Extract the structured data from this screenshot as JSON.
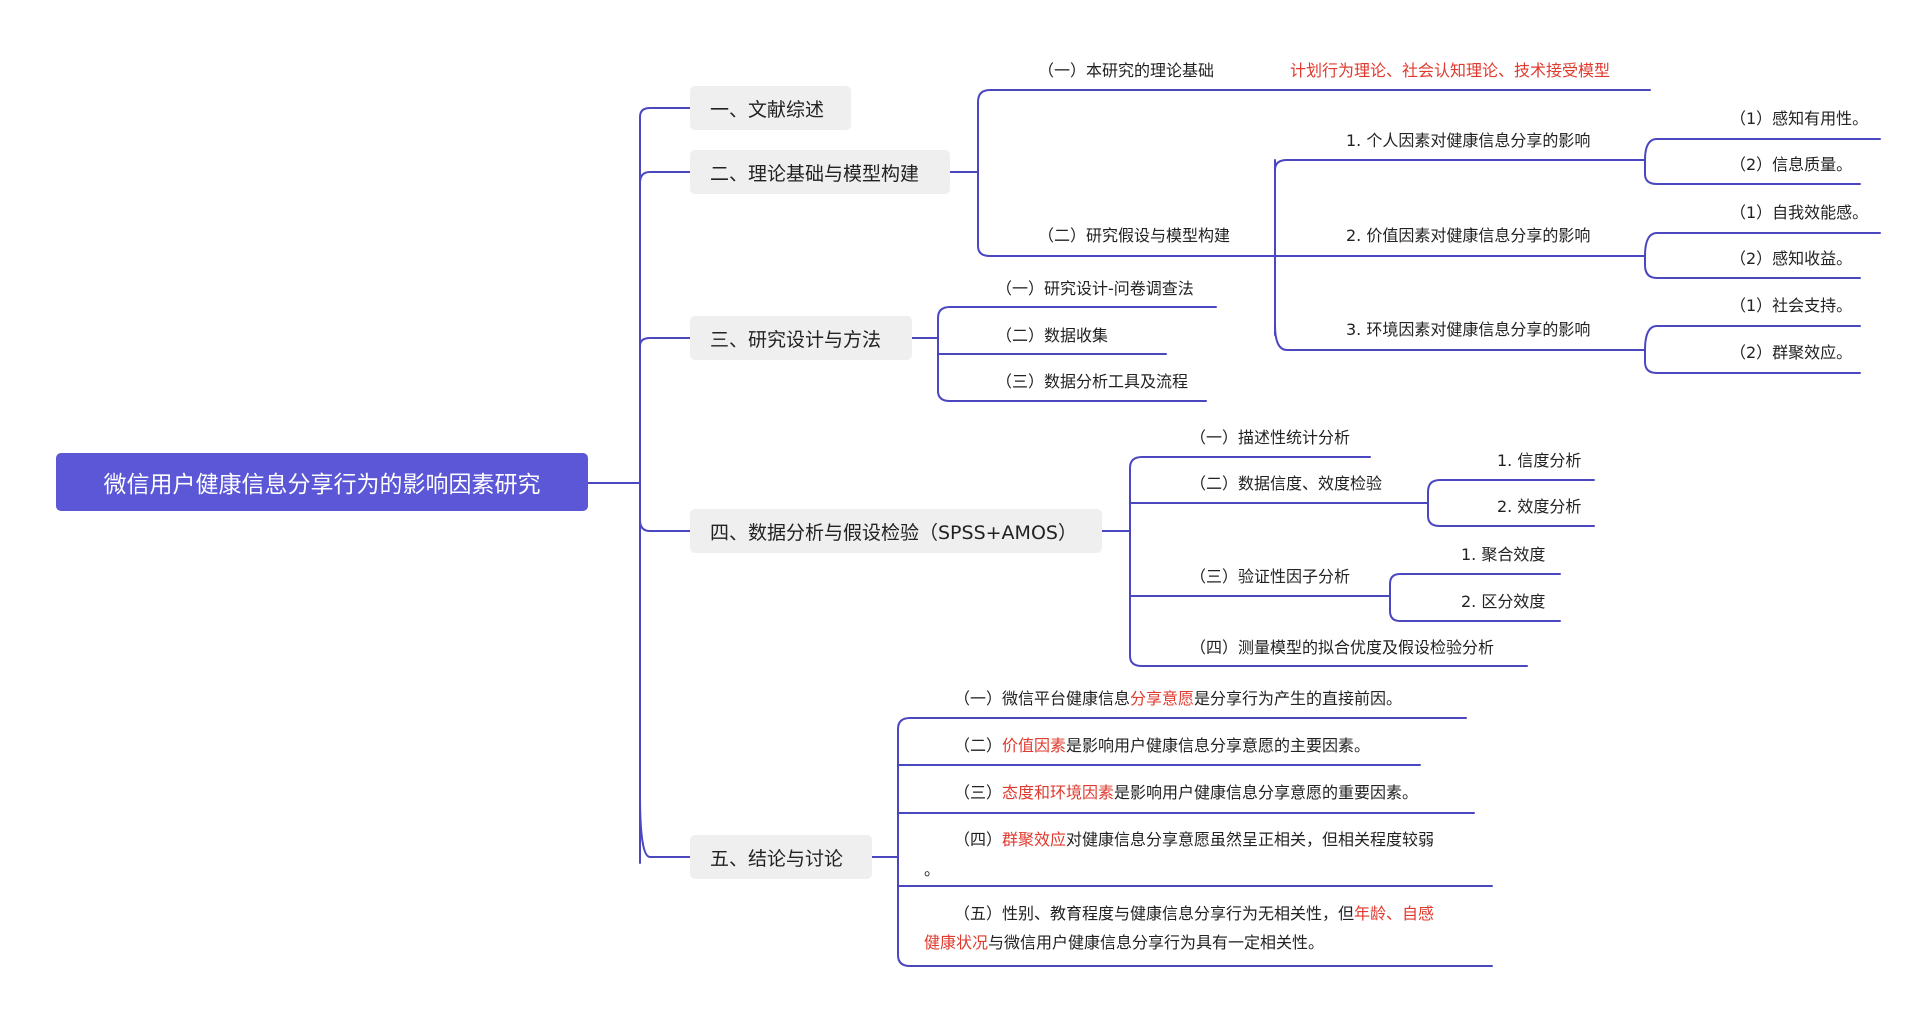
{
  "root": {
    "title": "微信用户健康信息分享行为的影响因素研究"
  },
  "colors": {
    "root_fill": "#5b57d6",
    "connector": "#4b47c0",
    "section_fill": "#efefef",
    "highlight": "#e03a2e"
  },
  "sections": {
    "s1": {
      "label": "一、文献综述"
    },
    "s2": {
      "label": "二、理论基础与模型构建",
      "theory": {
        "label": "（一）本研究的理论基础",
        "theories": "计划行为理论、社会认知理论、技术接受模型"
      },
      "hypothesis": {
        "label": "（二）研究假设与模型构建",
        "factors": [
          {
            "label": "1. 个人因素对健康信息分享的影响",
            "items": [
              "（1）感知有用性。",
              "（2）信息质量。"
            ]
          },
          {
            "label": "2. 价值因素对健康信息分享的影响",
            "items": [
              "（1）自我效能感。",
              "（2）感知收益。"
            ]
          },
          {
            "label": "3. 环境因素对健康信息分享的影响",
            "items": [
              "（1）社会支持。",
              "（2）群聚效应。"
            ]
          }
        ]
      }
    },
    "s3": {
      "label": "三、研究设计与方法",
      "items": [
        "（一）研究设计-问卷调查法",
        "（二）数据收集",
        "（三）数据分析工具及流程"
      ]
    },
    "s4": {
      "label": "四、数据分析与假设检验（SPSS+AMOS）",
      "items": [
        {
          "label": "（一）描述性统计分析"
        },
        {
          "label": "（二）数据信度、效度检验",
          "sub": [
            "1. 信度分析",
            "2. 效度分析"
          ]
        },
        {
          "label": "（三）验证性因子分析",
          "sub": [
            "1. 聚合效度",
            "2. 区分效度"
          ]
        },
        {
          "label": "（四）测量模型的拟合优度及假设检验分析"
        }
      ]
    },
    "s5": {
      "label": "五、结论与讨论",
      "c1": {
        "a": "（一）微信平台健康信息",
        "h": "分享意愿",
        "b": "是分享行为产生的直接前因。"
      },
      "c2": {
        "a": "（二）",
        "h": "价值因素",
        "b": "是影响用户健康信息分享意愿的主要因素。"
      },
      "c3": {
        "a": "（三）",
        "h": "态度和环境因素",
        "b": "是影响用户健康信息分享意愿的重要因素。"
      },
      "c4": {
        "a": "（四）",
        "h": "群聚效应",
        "b": "对健康信息分享意愿虽然呈正相关，但相关程度较弱",
        "c": "。"
      },
      "c5": {
        "a": "（五）性别、教育程度与健康信息分享行为无相关性，但",
        "h1": "年龄、自感",
        "h2": "健康状况",
        "b": "与微信用户健康信息分享行为具有一定相关性。"
      }
    }
  }
}
